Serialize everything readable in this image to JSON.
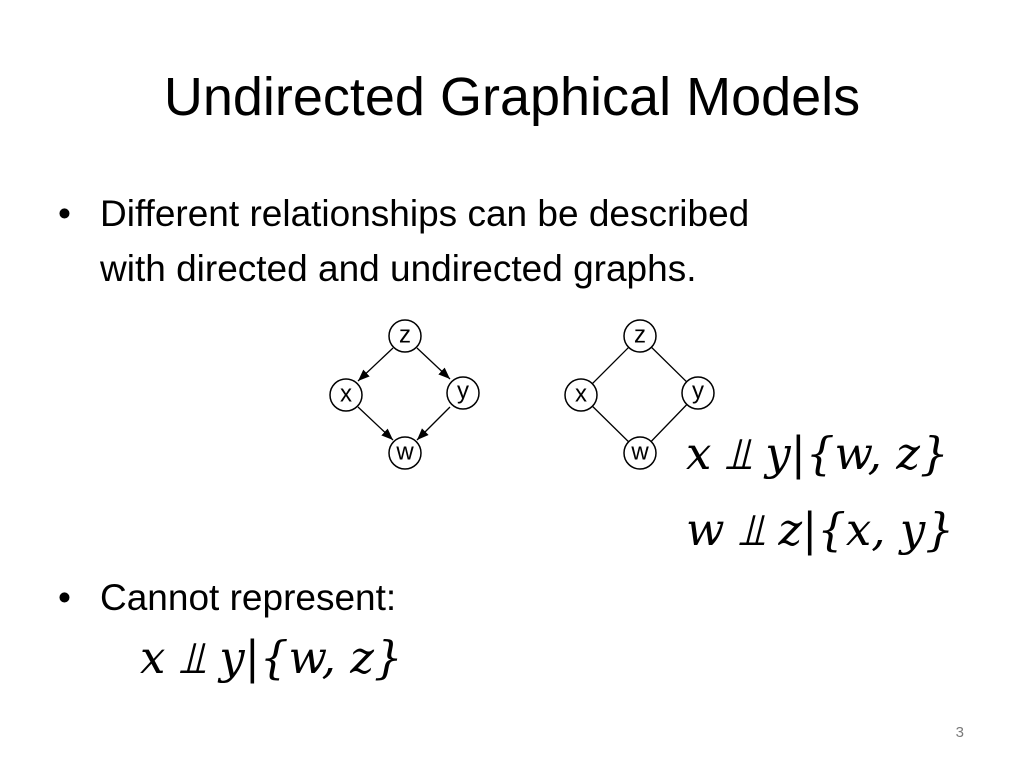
{
  "slide": {
    "title": "Undirected Graphical Models",
    "bullets": [
      {
        "marker": "•",
        "lines": [
          "Different relationships can be described",
          "with directed and undirected graphs."
        ]
      },
      {
        "marker": "•",
        "lines": [
          "Cannot represent:"
        ]
      }
    ],
    "equations": {
      "undirected_1": "x ⫫ y|{w, z}",
      "undirected_2": "w ⫫ z|{x, y}",
      "cannot_represent": "x ⫫ y|{w, z}"
    },
    "page_number": "3"
  },
  "graphs": {
    "directed": {
      "nodes": [
        "z",
        "x",
        "y",
        "w"
      ],
      "edges": [
        [
          "z",
          "x"
        ],
        [
          "z",
          "y"
        ],
        [
          "x",
          "w"
        ],
        [
          "y",
          "w"
        ]
      ],
      "directed": true
    },
    "undirected": {
      "nodes": [
        "z",
        "x",
        "y",
        "w"
      ],
      "edges": [
        [
          "z",
          "x"
        ],
        [
          "z",
          "y"
        ],
        [
          "x",
          "w"
        ],
        [
          "y",
          "w"
        ]
      ],
      "directed": false
    }
  }
}
